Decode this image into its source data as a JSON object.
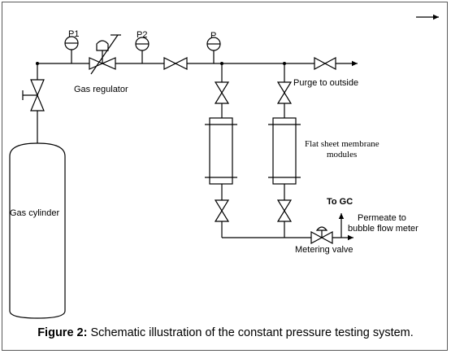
{
  "labels": {
    "p1": "P1",
    "p2": "P2",
    "p": "P",
    "gas_regulator": "Gas regulator",
    "purge": "Purge to outside",
    "membrane_line1": "Flat sheet membrane",
    "membrane_line2": "modules",
    "gas_cylinder": "Gas cylinder",
    "to_gc": "To GC",
    "permeate_line1": "Permeate to",
    "permeate_line2": "bubble flow meter",
    "metering_valve": "Metering valve"
  },
  "caption": {
    "prefix": "Figure 2:",
    "text": " Schematic illustration of the constant pressure testing system."
  },
  "icons": {
    "top_right": "right-arrow-icon"
  }
}
